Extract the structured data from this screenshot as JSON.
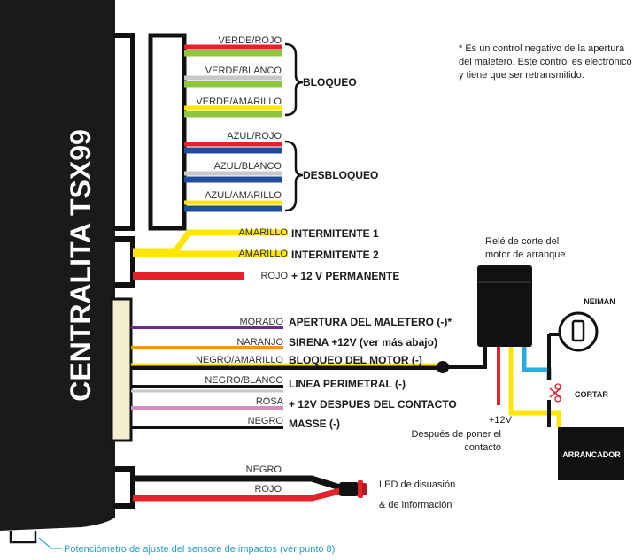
{
  "unit": {
    "label": "CENTRALITA TSX99"
  },
  "lock_group": {
    "wires": [
      {
        "label": "VERDE/ROJO",
        "colors": [
          "#e3222a",
          "#8dc63f"
        ]
      },
      {
        "label": "VERDE/BLANCO",
        "colors": [
          "#c8c8c8",
          "#8dc63f"
        ]
      },
      {
        "label": "VERDE/AMARILLO",
        "colors": [
          "#ffe600",
          "#8dc63f"
        ]
      }
    ],
    "label": "BLOQUEO"
  },
  "unlock_group": {
    "wires": [
      {
        "label": "AZUL/ROJO",
        "colors": [
          "#e3222a",
          "#1f4f9c"
        ]
      },
      {
        "label": "AZUL/BLANCO",
        "colors": [
          "#c8c8c8",
          "#1f4f9c"
        ]
      },
      {
        "label": "AZUL/AMARILLO",
        "colors": [
          "#ffe600",
          "#1f4f9c"
        ]
      }
    ],
    "label": "DESBLOQUEO"
  },
  "power_wires": [
    {
      "wire": "AMARILLO",
      "signal": "INTERMITENTE 1",
      "color": "#ffe600"
    },
    {
      "wire": "AMARILLO",
      "signal": "INTERMITENTE 2",
      "color": "#ffe600"
    },
    {
      "wire": "ROJO",
      "signal": "+ 12 V PERMANENTE",
      "color": "#e3222a"
    }
  ],
  "aux_wires": [
    {
      "wire": "MORADO",
      "signal": "APERTURA DEL MALETERO (-)*",
      "color": "#6b2d8f"
    },
    {
      "wire": "NARANJO",
      "signal": "SIRENA +12V (ver más abajo)",
      "color": "#f7941d"
    },
    {
      "wire": "NEGRO/AMARILLO",
      "signal": "BLOQUEO DEL MOTOR (-)",
      "color": "#ffe600"
    },
    {
      "wire": "NEGRO/BLANCO",
      "signal": "LINEA PERIMETRAL (-)",
      "color": "#c8c8c8"
    },
    {
      "wire": "ROSA",
      "signal": "+ 12V DESPUES DEL CONTACTO",
      "color": "#d48fc0"
    },
    {
      "wire": "NEGRO",
      "signal": "MASSE (-)",
      "color": "#111111"
    }
  ],
  "led_wires": [
    {
      "wire": "NEGRO"
    },
    {
      "wire": "ROJO"
    }
  ],
  "led": {
    "line1": "LED de disuasión",
    "line2": "& de información"
  },
  "note": [
    "* Es un control negativo de la apertura",
    "del maletero. Este control es electrónico",
    "y tiene que ser retransmitido."
  ],
  "relay": {
    "line1": "Relé de corte del",
    "line2": "motor de arranque"
  },
  "ignition": {
    "label": "NEIMAN"
  },
  "cut": {
    "label": "CORTAR"
  },
  "starter": {
    "label": "ARRANCADOR"
  },
  "after_contact": {
    "line1": "+12V",
    "line2": "Después de poner el",
    "line3": "contacto"
  },
  "pot": {
    "label": "Potenciómetro de ajuste del sensore de impactos (ver punto 8)"
  },
  "colors": {
    "red": "#e3222a",
    "green": "#8dc63f",
    "blue": "#1f4f9c",
    "yellow": "#ffe600",
    "cyan": "#29aae1",
    "connector_fill": "#f2edcf"
  }
}
